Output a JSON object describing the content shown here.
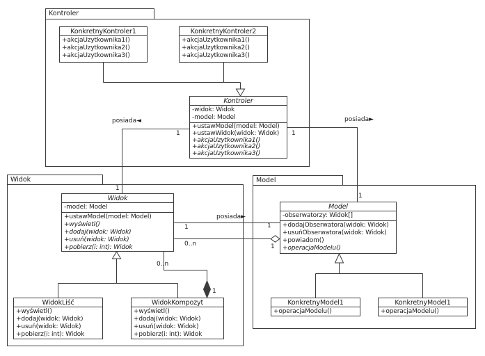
{
  "colors": {
    "line": "#3c3c3c",
    "background": "#ffffff",
    "box_fill": "#ffffff",
    "text": "#1c1c1c"
  },
  "packages": {
    "kontroler": {
      "label": "Kontroler"
    },
    "widok": {
      "label": "Widok"
    },
    "model": {
      "label": "Model"
    }
  },
  "classes": {
    "konkretnyKontroler1": {
      "title": "KonkretnyKontroler1",
      "methods": [
        "+akcjaUzytkownika1()",
        "+akcjaUzytkownika2()",
        "+akcjaUzytkownika3()"
      ]
    },
    "konkretnyKontroler2": {
      "title": "KonkretnyKontroler2",
      "methods": [
        "+akcjaUzytkownika1()",
        "+akcjaUzytkownika2()",
        "+akcjaUzytkownika3()"
      ]
    },
    "kontroler": {
      "title": "Kontroler",
      "attributes": [
        "-widok: Widok",
        "-model: Model"
      ],
      "methods": [
        "+ustawModel(model: Model)",
        "+ustawWidok(widok: Widok)",
        "+akcjaUzytkownika1()",
        "+akcjaUzytkownika2()",
        "+akcjaUzytkownika3()"
      ]
    },
    "widok": {
      "title": "Widok",
      "attributes": [
        "-model: Model"
      ],
      "methods": [
        "+ustawModel(model: Model)",
        "+wyświetl()",
        "+dodaj(widok: Widok)",
        "+usuń(widok: Widok)",
        "+pobierz(i: int): Widok"
      ]
    },
    "widokLisc": {
      "title": "WidokLiść",
      "methods": [
        "+wyświetl()",
        "+dodaj(widok: Widok)",
        "+usuń(widok: Widok)",
        "+pobierz(i: int): Widok"
      ]
    },
    "widokKompozyt": {
      "title": "WidokKompozyt",
      "methods": [
        "+wyświetl()",
        "+dodaj(widok: Widok)",
        "+usuń(widok: Widok)",
        "+pobierz(i: int): Widok"
      ]
    },
    "model": {
      "title": "Model",
      "attributes": [
        "-obserwatorzy: Widok[]"
      ],
      "methods": [
        "+dodajObserwatora(widok: Widok)",
        "+usuńObserwatora(widok: Widok)",
        "+powiadom()",
        "+operacjaModelu()"
      ]
    },
    "konkretnyModel1a": {
      "title": "KonkretnyModel1",
      "methods": [
        "+operacjaModelu()"
      ]
    },
    "konkretnyModel1b": {
      "title": "KonkretnyModel1",
      "methods": [
        "+operacjaModelu()"
      ]
    }
  },
  "relationships": {
    "kontroler_widok": {
      "type": "association",
      "label": "posiada◄",
      "mult_kontroler": "1",
      "mult_widok": "1"
    },
    "kontroler_model": {
      "type": "association",
      "label": "posiada►",
      "mult_kontroler": "1",
      "mult_model": "1"
    },
    "widok_model": {
      "type": "association",
      "label": "posiada►",
      "mult_widok": "1",
      "mult_model": "1"
    },
    "model_obserwatorzy": {
      "type": "aggregation",
      "mult_widok": "0..n",
      "mult_model": "1"
    },
    "widok_kompozyt": {
      "type": "composition",
      "mult_widok": "0..n",
      "mult_kompozyt": "1"
    }
  }
}
